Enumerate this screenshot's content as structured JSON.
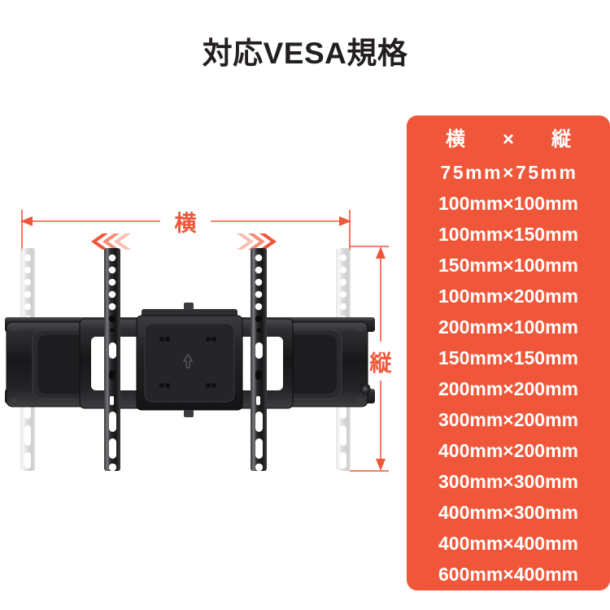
{
  "page": {
    "title": "対応VESA規格",
    "background_color": "#ffffff"
  },
  "colors": {
    "accent_orange": "#f0573a",
    "title_dark": "#231f20",
    "panel_text": "#ffffff",
    "bracket_dark": "#2b2b2d",
    "bracket_ghost": "#b3b3b3"
  },
  "vesa_panel": {
    "header": {
      "width_label": "横",
      "times": "×",
      "height_label": "縦",
      "full": "横　×　縦"
    },
    "rows": [
      {
        "label": "75mm×75mm",
        "width_mm": 75,
        "height_mm": 75
      },
      {
        "label": "100mm×100mm",
        "width_mm": 100,
        "height_mm": 100
      },
      {
        "label": "100mm×150mm",
        "width_mm": 100,
        "height_mm": 150
      },
      {
        "label": "150mm×100mm",
        "width_mm": 150,
        "height_mm": 100
      },
      {
        "label": "100mm×200mm",
        "width_mm": 100,
        "height_mm": 200
      },
      {
        "label": "200mm×100mm",
        "width_mm": 200,
        "height_mm": 100
      },
      {
        "label": "150mm×150mm",
        "width_mm": 150,
        "height_mm": 150
      },
      {
        "label": "200mm×200mm",
        "width_mm": 200,
        "height_mm": 200
      },
      {
        "label": "300mm×200mm",
        "width_mm": 300,
        "height_mm": 200
      },
      {
        "label": "400mm×200mm",
        "width_mm": 400,
        "height_mm": 200
      },
      {
        "label": "300mm×300mm",
        "width_mm": 300,
        "height_mm": 300
      },
      {
        "label": "400mm×300mm",
        "width_mm": 400,
        "height_mm": 300
      },
      {
        "label": "400mm×400mm",
        "width_mm": 400,
        "height_mm": 400
      },
      {
        "label": "600mm×400mm",
        "width_mm": 600,
        "height_mm": 400
      }
    ]
  },
  "diagram": {
    "width_dimension_label": "横",
    "height_dimension_label": "縦",
    "left_chevrons_name": "chevrons-left-icon",
    "right_chevrons_name": "chevrons-right-icon",
    "product_name": "tv-wall-mount-bracket"
  }
}
